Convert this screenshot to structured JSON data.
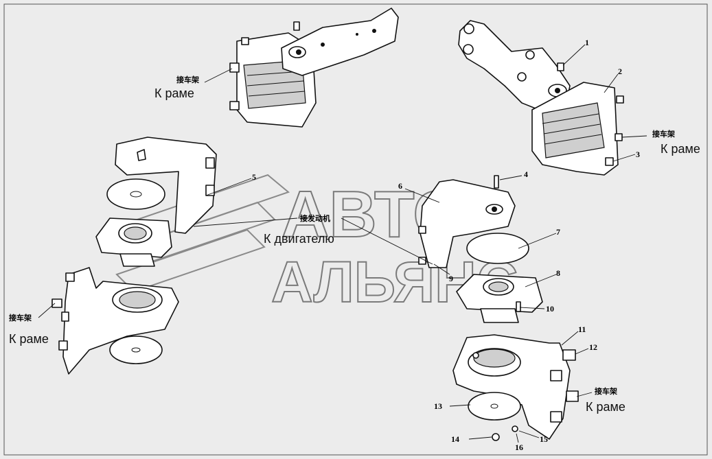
{
  "labels": {
    "cn_frame": "接车架",
    "ru_frame": "К раме",
    "cn_engine": "接发动机",
    "ru_engine": "К двигателю"
  },
  "watermark": {
    "line1": "АВТО",
    "line2": "АЛЬЯНС"
  },
  "callouts": [
    "1",
    "2",
    "3",
    "4",
    "5",
    "6",
    "7",
    "8",
    "9",
    "10",
    "11",
    "12",
    "13",
    "14",
    "15",
    "16"
  ],
  "colors": {
    "background": "#ececec",
    "part_fill": "#ffffff",
    "outline": "#111111",
    "watermark": "#7a7a7a"
  }
}
